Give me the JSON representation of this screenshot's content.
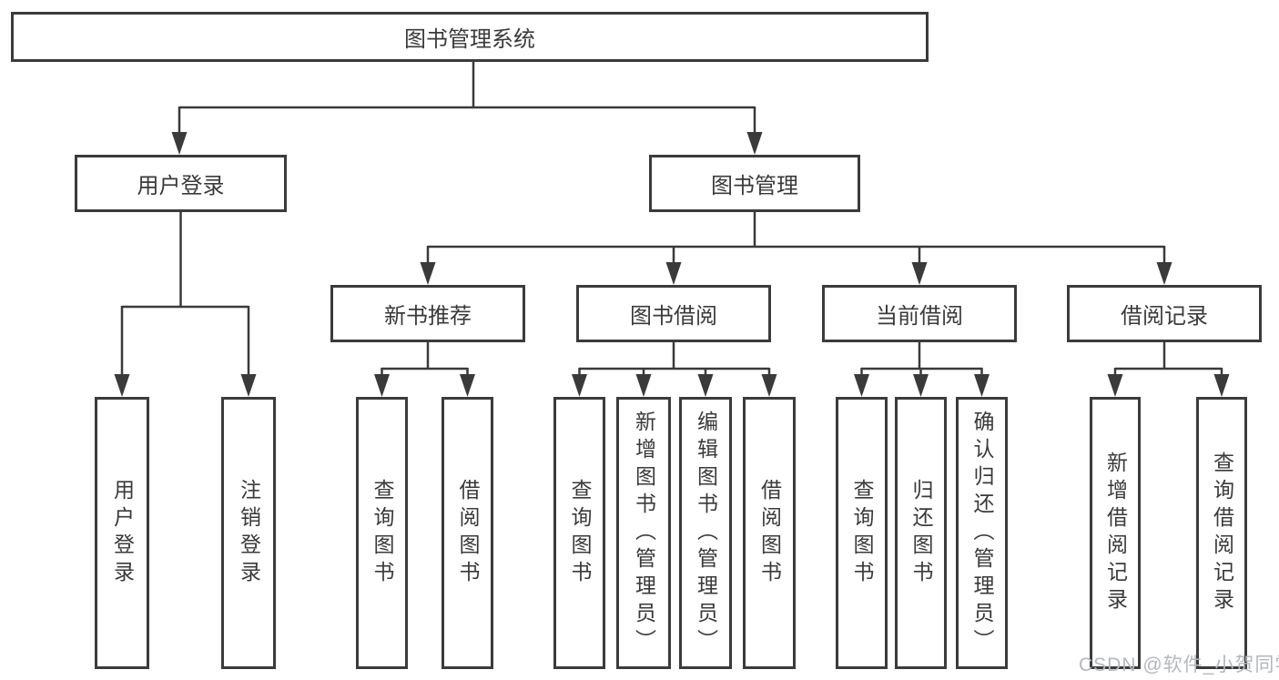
{
  "diagram": {
    "root": {
      "label": "图书管理系统"
    },
    "level2": [
      {
        "label": "用户登录",
        "children": [
          {
            "label": "用户登录"
          },
          {
            "label": "注销登录"
          }
        ]
      },
      {
        "label": "图书管理",
        "children": [
          {
            "label": "新书推荐",
            "children": [
              {
                "label": "查询图书"
              },
              {
                "label": "借阅图书"
              }
            ]
          },
          {
            "label": "图书借阅",
            "children": [
              {
                "label": "查询图书"
              },
              {
                "label": "新增图书（管理员）"
              },
              {
                "label": "编辑图书（管理员）"
              },
              {
                "label": "借阅图书"
              }
            ]
          },
          {
            "label": "当前借阅",
            "children": [
              {
                "label": "查询图书"
              },
              {
                "label": "归还图书"
              },
              {
                "label": "确认归还（管理员）"
              }
            ]
          },
          {
            "label": "借阅记录",
            "children": [
              {
                "label": "新增借阅记录"
              },
              {
                "label": "查询借阅记录"
              }
            ]
          }
        ]
      }
    ]
  },
  "watermark": {
    "text": "CSDN @软件_小贺同学"
  },
  "colors": {
    "background": "#ffffff",
    "line": "#3a3a3a",
    "box_border": "#3b3b3b",
    "box_fill": "#ffffff",
    "text": "#3a3a3a",
    "watermark": "#b4b7be"
  }
}
